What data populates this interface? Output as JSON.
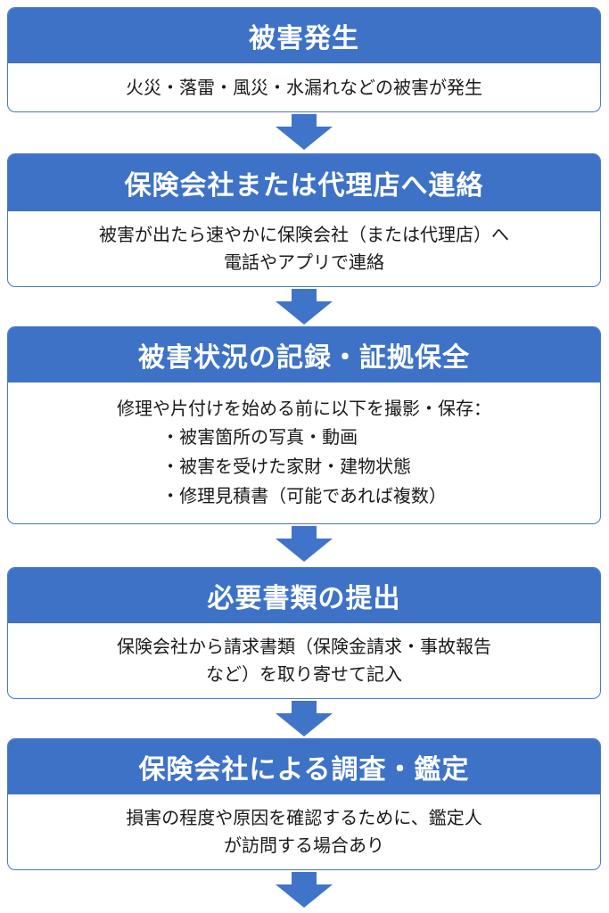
{
  "colors": {
    "header_bg": "#3d72c7",
    "border": "#4a79c6",
    "arrow": "#3f74c9",
    "body_text": "#1a1a1a",
    "header_text": "#ffffff"
  },
  "steps": [
    {
      "title": "被害発生",
      "lines": [
        "火災・落雷・風災・水漏れなどの被害が発生"
      ]
    },
    {
      "title": "保険会社または代理店へ連絡",
      "lines": [
        "被害が出たら速やかに保険会社（または代理店）へ",
        "電話やアプリで連絡"
      ]
    },
    {
      "title": "被害状況の記録・証拠保全",
      "intro": "修理や片付けを始める前に以下を撮影・保存：",
      "bullets": [
        "・被害箇所の写真・動画",
        "・被害を受けた家財・建物状態",
        "・修理見積書（可能であれば複数）"
      ]
    },
    {
      "title": "必要書類の提出",
      "lines": [
        "保険会社から請求書類（保険金請求・事故報告",
        "など）を取り寄せて記入"
      ]
    },
    {
      "title": "保険会社による調査・鑑定",
      "lines": [
        "損害の程度や原因を確認するために、鑑定人",
        "が訪問する場合あり"
      ]
    }
  ]
}
